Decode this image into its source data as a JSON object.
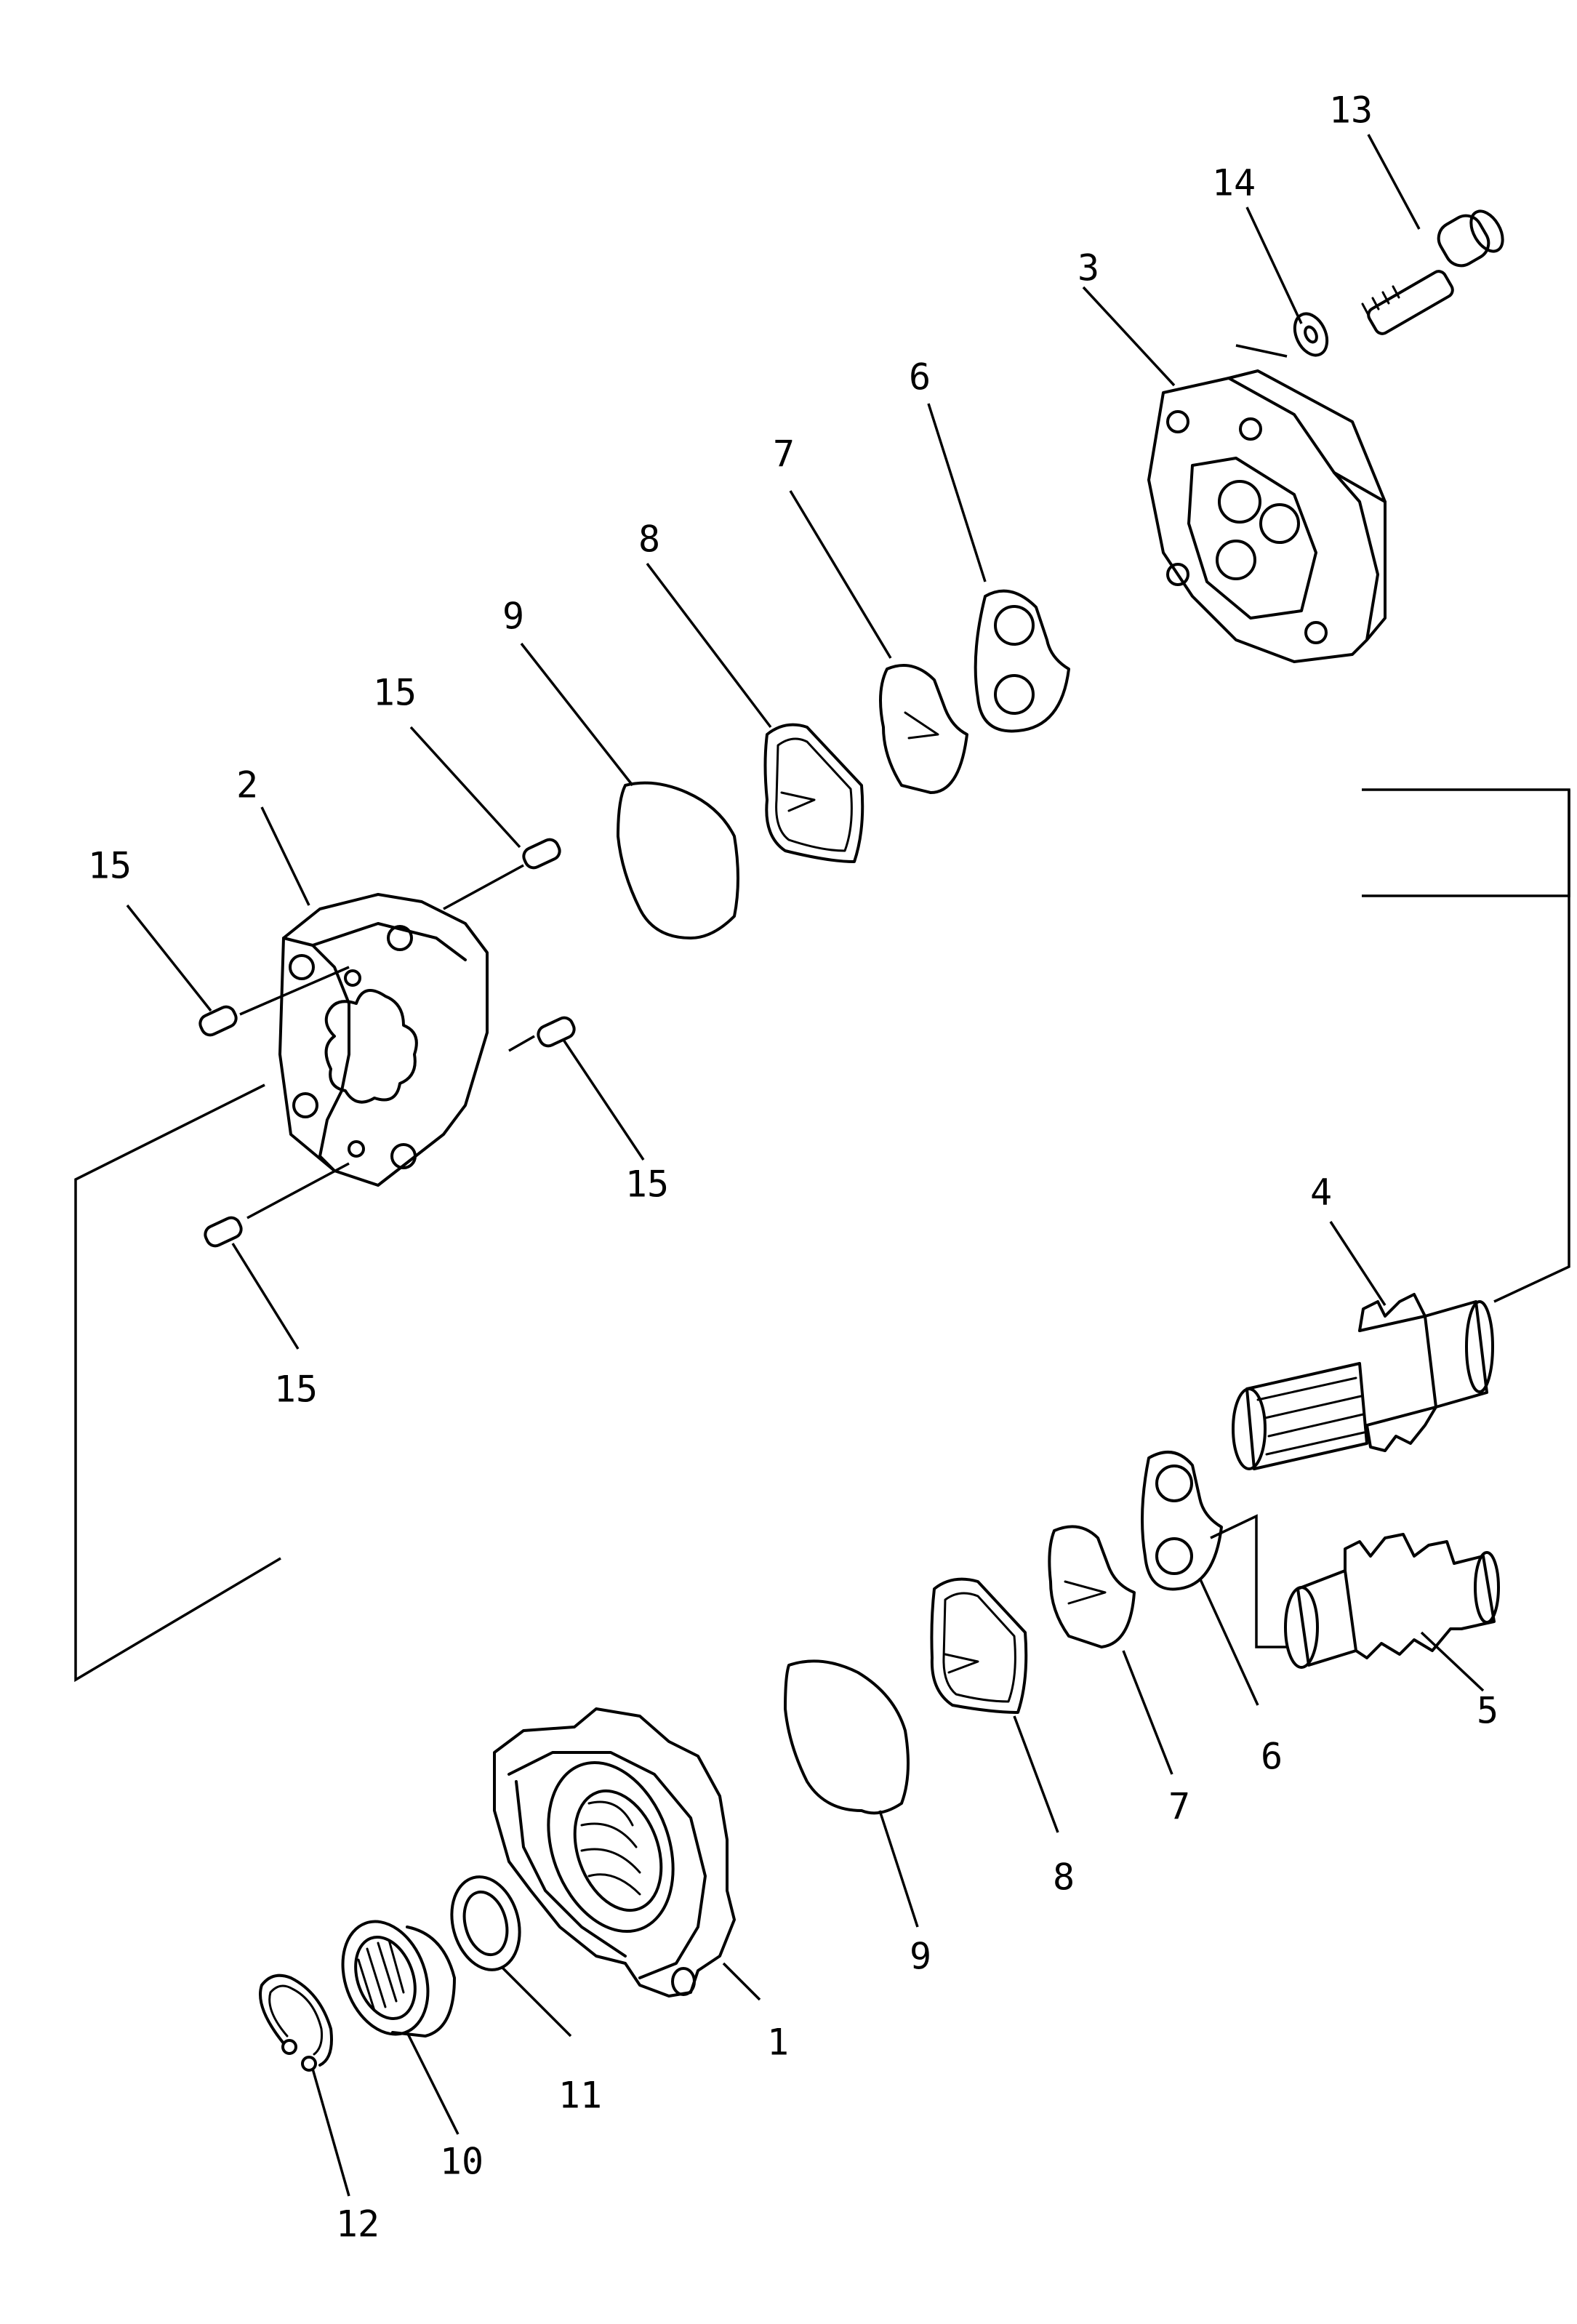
{
  "colors": {
    "line": "#000000",
    "background": "#ffffff"
  },
  "callouts": {
    "c13": "13",
    "c14": "14",
    "c3": "3",
    "c6_top": "6",
    "c7_top": "7",
    "c8_top": "8",
    "c9_top": "9",
    "c15_a": "15",
    "c2": "2",
    "c15_b": "15",
    "c15_c": "15",
    "c15_d": "15",
    "c4": "4",
    "c5": "5",
    "c6_bot": "6",
    "c7_bot": "7",
    "c8_bot": "8",
    "c9_bot": "9",
    "c1": "1",
    "c11": "11",
    "c10": "10",
    "c12": "12"
  }
}
